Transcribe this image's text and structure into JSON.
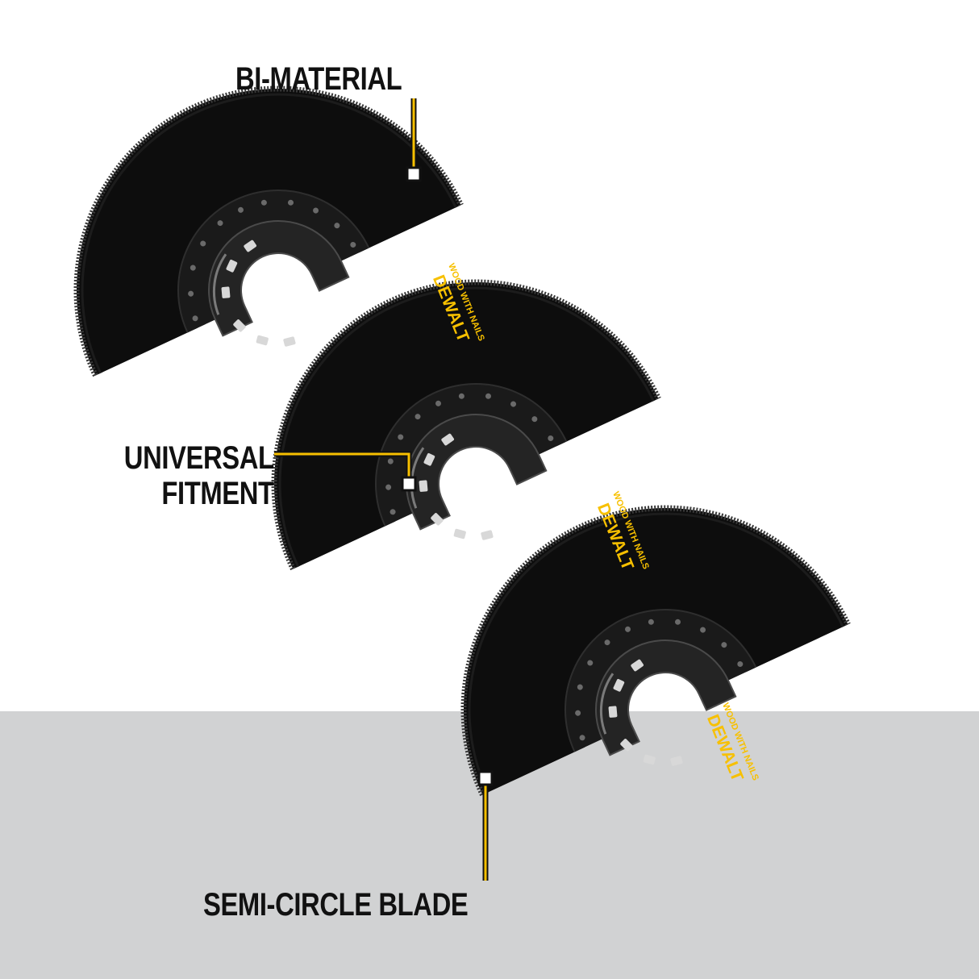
{
  "callouts": {
    "bi_material": "BI-MATERIAL",
    "universal_line1": "UNIVERSAL",
    "universal_line2": "FITMENT",
    "semi_circle": "SEMI-CIRCLE BLADE"
  },
  "blade": {
    "brand": "DEWALT",
    "subtitle": "WOOD WITH NAILS"
  },
  "colors": {
    "accent": "#f7c000",
    "blade": "#0d0d0d",
    "floor": "#d1d2d3",
    "text": "#111111"
  }
}
